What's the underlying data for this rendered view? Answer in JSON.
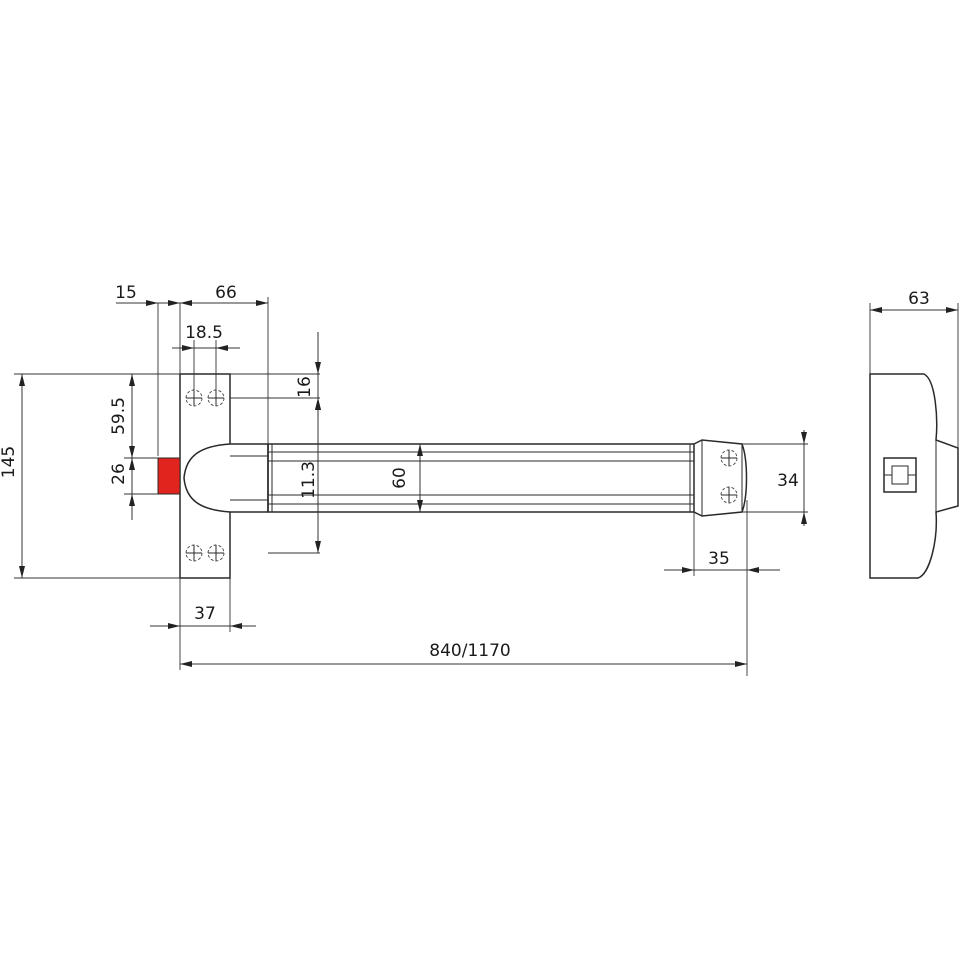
{
  "dimensions": {
    "d15": "15",
    "d66": "66",
    "d18_5": "18.5",
    "d16": "16",
    "d59_5": "59.5",
    "d145": "145",
    "d26": "26",
    "d11_3": "11.3",
    "d60": "60",
    "d34": "34",
    "d35": "35",
    "d37": "37",
    "d840_1170": "840/1170",
    "d63": "63"
  },
  "colors": {
    "latch": "#e2241f",
    "outline": "#2a2a2a"
  }
}
